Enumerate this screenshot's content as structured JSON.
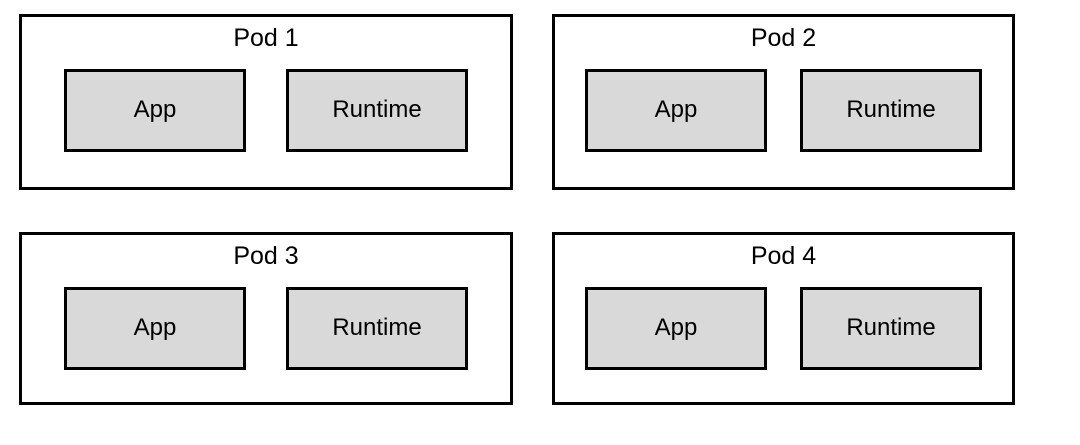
{
  "diagram": {
    "description": "Four Kubernetes-style pods, each containing an App container and a Runtime container",
    "colors": {
      "background": "#ffffff",
      "pod_border": "#000000",
      "container_fill": "#d9d9d9",
      "container_border": "#000000",
      "text": "#000000"
    },
    "pods": [
      {
        "title": "Pod 1",
        "containers": [
          {
            "label": "App"
          },
          {
            "label": "Runtime"
          }
        ]
      },
      {
        "title": "Pod 2",
        "containers": [
          {
            "label": "App"
          },
          {
            "label": "Runtime"
          }
        ]
      },
      {
        "title": "Pod 3",
        "containers": [
          {
            "label": "App"
          },
          {
            "label": "Runtime"
          }
        ]
      },
      {
        "title": "Pod 4",
        "containers": [
          {
            "label": "App"
          },
          {
            "label": "Runtime"
          }
        ]
      }
    ]
  }
}
